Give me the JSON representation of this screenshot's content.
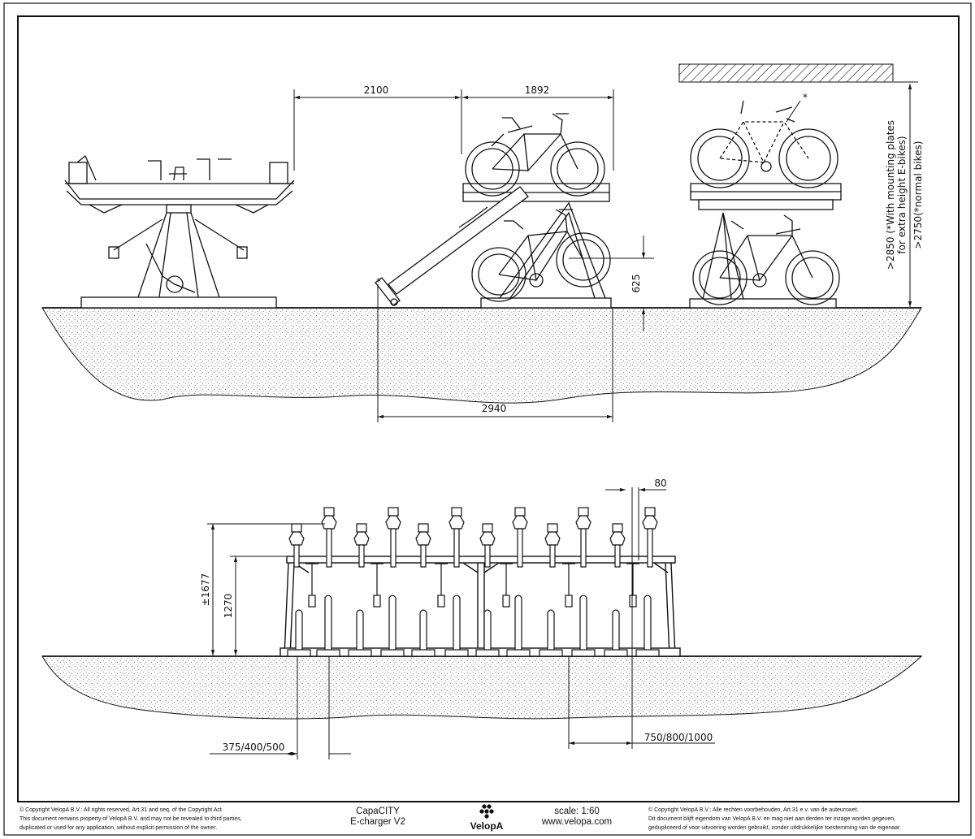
{
  "side_view": {
    "dimensions": {
      "upper_reach": "2100",
      "rack_depth": "1892",
      "total_depth": "2940",
      "lift_height": "625"
    },
    "clearance_note_1": ">2850 (*With mounting plates",
    "clearance_note_2": "for extra height E-bikes)",
    "clearance_note_3": ">2750(*normal bikes)",
    "asterisk": "*"
  },
  "front_view": {
    "dimensions": {
      "spacing_small": "80",
      "total_height": "±1677",
      "frame_height": "1270",
      "lower_spacing": "375/400/500",
      "upper_spacing": "750/800/1000"
    }
  },
  "footer": {
    "copyright_en": [
      "© Copyright VelopA B.V.: All rights reserved, Art.31 and seq. of the Copyright Act.",
      "This document remains property of VelopA B.V. and may not be revealed to third parties,",
      "duplicated or used for any application, without explicit permission of the owner."
    ],
    "product_name": "CapaCITY",
    "product_variant": "E-charger V2",
    "brand": "VelopA",
    "scale": "scale: 1:60",
    "website": "www.velopa.com",
    "copyright_nl": [
      "© Copyright VelopA B.V.: Alle rechten voorbehouden, Art.31 e.v. van de auteurswet.",
      "Dit document blijft eigendom van VelopA B.V. en mag niet aan derden ter inzage worden gegeven,",
      "gedupliceerd of voor uitvoering worden gebruikt, zonder uitdrukkelijke toestemming van de eigenaar."
    ]
  }
}
